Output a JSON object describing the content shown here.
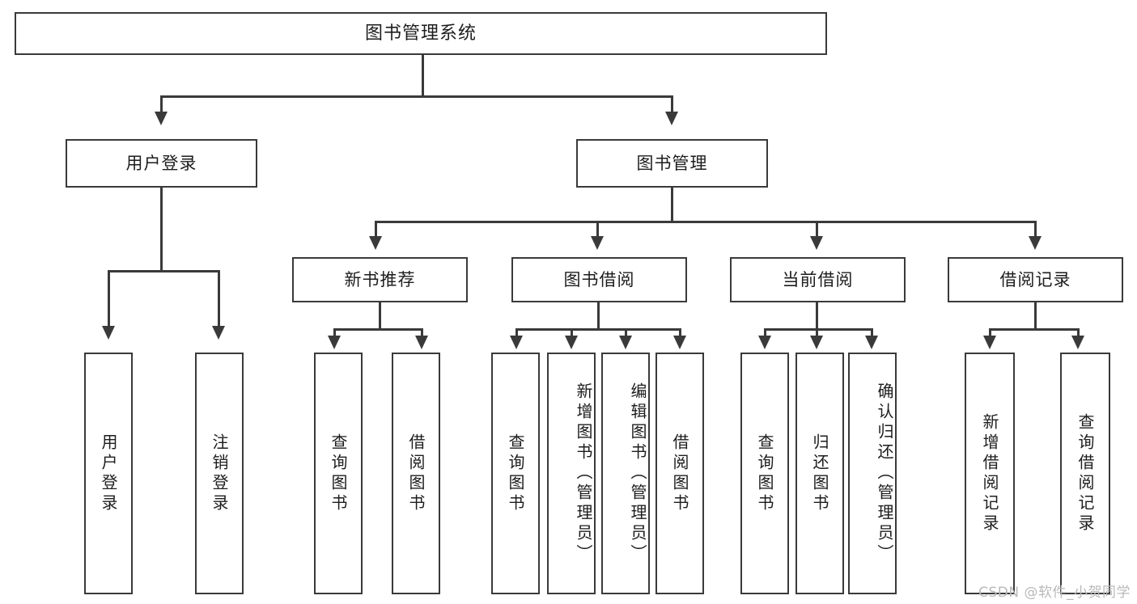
{
  "diagram": {
    "title": "图书管理系统",
    "type": "功能结构图",
    "watermark": "CSDN @软件_小贺同学",
    "colors": {
      "stroke": "#3a3a3a",
      "fill": "#ffffff",
      "text": "#1d1d1d",
      "watermark": "#b9b9b9"
    },
    "levels": {
      "root": {
        "label": "图书管理系统"
      },
      "level1": [
        {
          "label": "用户登录"
        },
        {
          "label": "图书管理"
        }
      ],
      "level2": [
        {
          "label": "新书推荐"
        },
        {
          "label": "图书借阅"
        },
        {
          "label": "当前借阅"
        },
        {
          "label": "借阅记录"
        }
      ],
      "leaves": {
        "user_login": [
          {
            "label": "用户登录"
          },
          {
            "label": "注销登录"
          }
        ],
        "new_book": [
          {
            "label": "查询图书"
          },
          {
            "label": "借阅图书"
          }
        ],
        "book_borrow": [
          {
            "label": "查询图书"
          },
          {
            "label": "新增图书（管理员）"
          },
          {
            "label": "编辑图书（管理员）"
          },
          {
            "label": "借阅图书"
          }
        ],
        "current_borrow": [
          {
            "label": "查询图书"
          },
          {
            "label": "归还图书"
          },
          {
            "label": "确认归还（管理员）"
          }
        ],
        "borrow_record": [
          {
            "label": "新增借阅记录"
          },
          {
            "label": "查询借阅记录"
          }
        ]
      }
    }
  }
}
